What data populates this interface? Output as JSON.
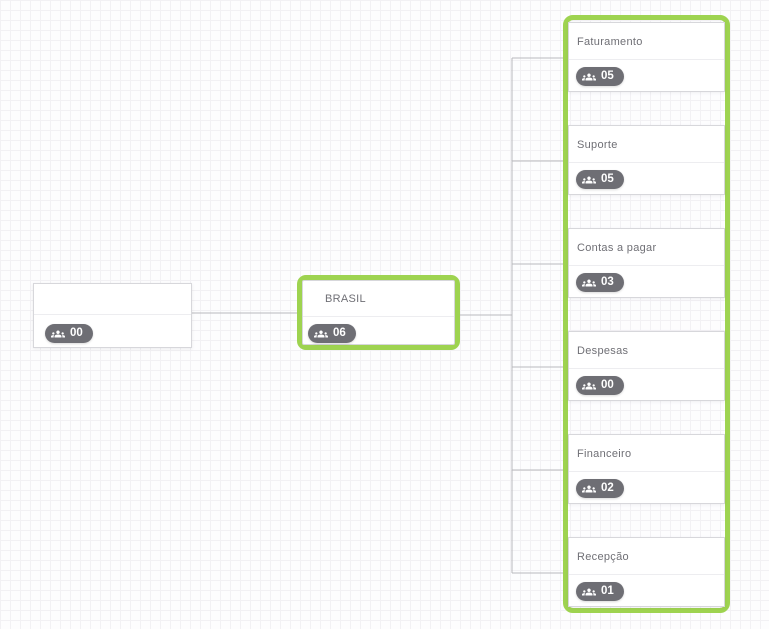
{
  "app": {
    "view": "organization-chart"
  },
  "colors": {
    "highlight_border": "#9ed350",
    "badge_background": "#6e6e74",
    "badge_text": "#ffffff",
    "node_border": "#d7d7db",
    "title_text": "#6f6f75",
    "connector": "#b9b9bd",
    "grid_line": "#f2f1f4",
    "canvas_background": "#fdfdfe"
  },
  "icons": {
    "members": "group-of-people-icon"
  },
  "nodes": {
    "root": {
      "title": "",
      "count": "00",
      "highlighted": false
    },
    "parent": {
      "title": "BRASIL",
      "count": "06",
      "highlighted": true
    },
    "children": [
      {
        "title": "Faturamento",
        "count": "05"
      },
      {
        "title": "Suporte",
        "count": "05"
      },
      {
        "title": "Contas a pagar",
        "count": "03"
      },
      {
        "title": "Despesas",
        "count": "00"
      },
      {
        "title": "Financeiro",
        "count": "02"
      },
      {
        "title": "Recepção",
        "count": "01"
      }
    ]
  }
}
